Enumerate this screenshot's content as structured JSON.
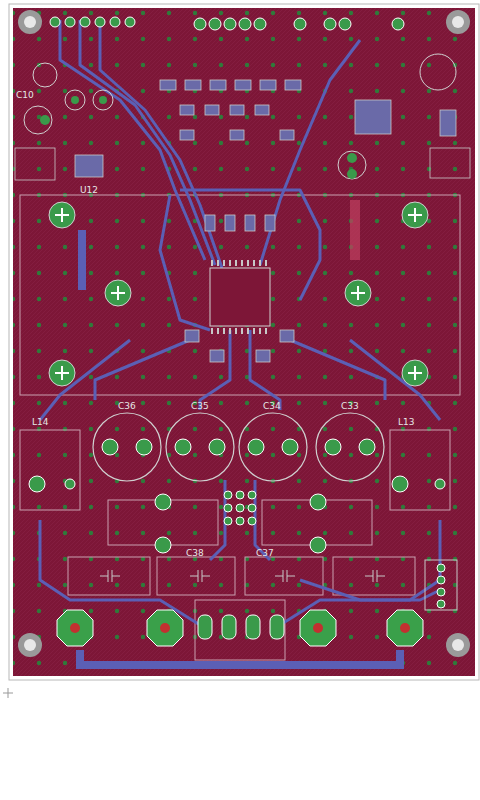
{
  "diagram": {
    "labels": [
      "C36",
      "C35",
      "C34",
      "C33",
      "L14",
      "L13",
      "U12",
      "C38",
      "C37",
      "C10"
    ]
  }
}
